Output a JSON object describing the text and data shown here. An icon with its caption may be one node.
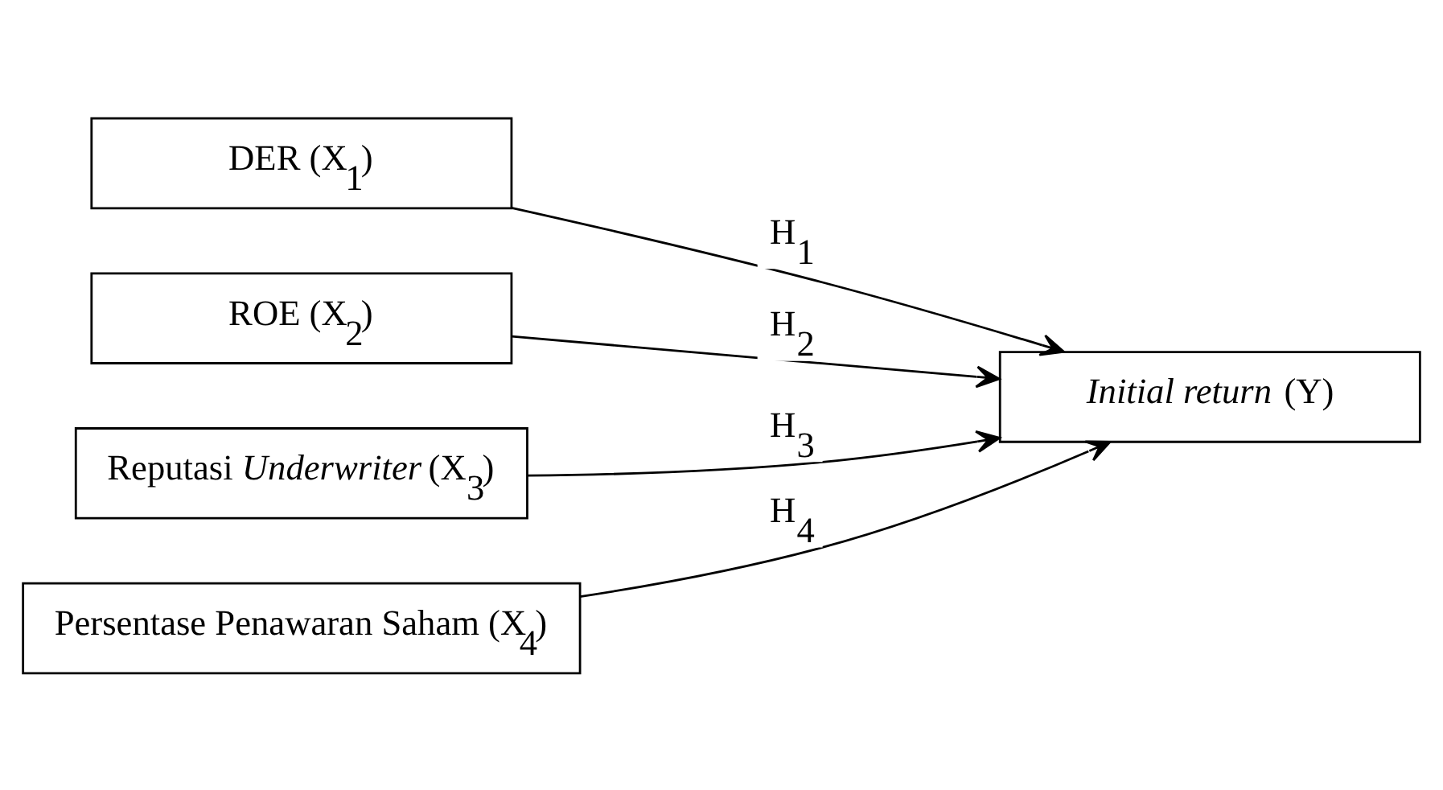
{
  "diagram": {
    "nodes": [
      {
        "text": [
          "DER (X$_{1}$)"
        ]
      },
      {
        "text": [
          "ROE (X$_{2}$)"
        ]
      },
      {
        "text": [
          "Reputasi *Underwriter* (X$_{3}$)"
        ]
      },
      {
        "text": [
          "Persentase Penawaran Saham (X$_{4}$)"
        ]
      },
      {
        "text": [
          "*Initial return* (Y)"
        ]
      }
    ],
    "edges": [
      {
        "from": 0,
        "to": 4,
        "arrow": "to",
        "label": "H$_{1}$"
      },
      {
        "from": 1,
        "to": 4,
        "arrow": "to",
        "label": "H$_{2}$"
      },
      {
        "from": 2,
        "to": 4,
        "arrow": "to",
        "label": "H$_{3}$"
      },
      {
        "from": 3,
        "to": 4,
        "arrow": "to",
        "label": "H$_{4}$"
      }
    ]
  }
}
